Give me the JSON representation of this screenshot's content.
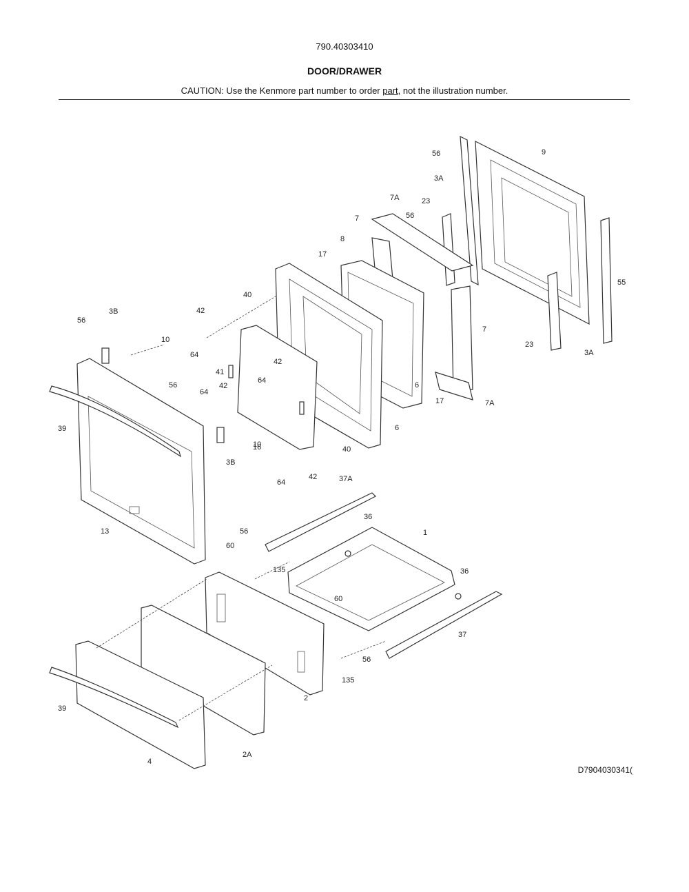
{
  "header": {
    "model_number": "790.40303410",
    "section_title": "DOOR/DRAWER",
    "caution_prefix": "CAUTION: Use the Kenmore part number to order ",
    "caution_underlined": "part",
    "caution_suffix": ", not the illustration number."
  },
  "diagram_id": "D7904030341(",
  "callouts": [
    "56",
    "3A",
    "9",
    "7A",
    "23",
    "56",
    "7",
    "8",
    "17",
    "55",
    "40",
    "42",
    "3B",
    "56",
    "10",
    "64",
    "7",
    "23",
    "3A",
    "41",
    "42",
    "64",
    "6",
    "17",
    "7A",
    "56",
    "42",
    "39",
    "64",
    "6",
    "16",
    "10",
    "40",
    "3B",
    "64",
    "42",
    "13",
    "37A",
    "56",
    "36",
    "1",
    "60",
    "135",
    "36",
    "60",
    "37",
    "56",
    "135",
    "39",
    "2",
    "2A",
    "4"
  ],
  "icons": [
    "exploded-parts-diagram"
  ]
}
